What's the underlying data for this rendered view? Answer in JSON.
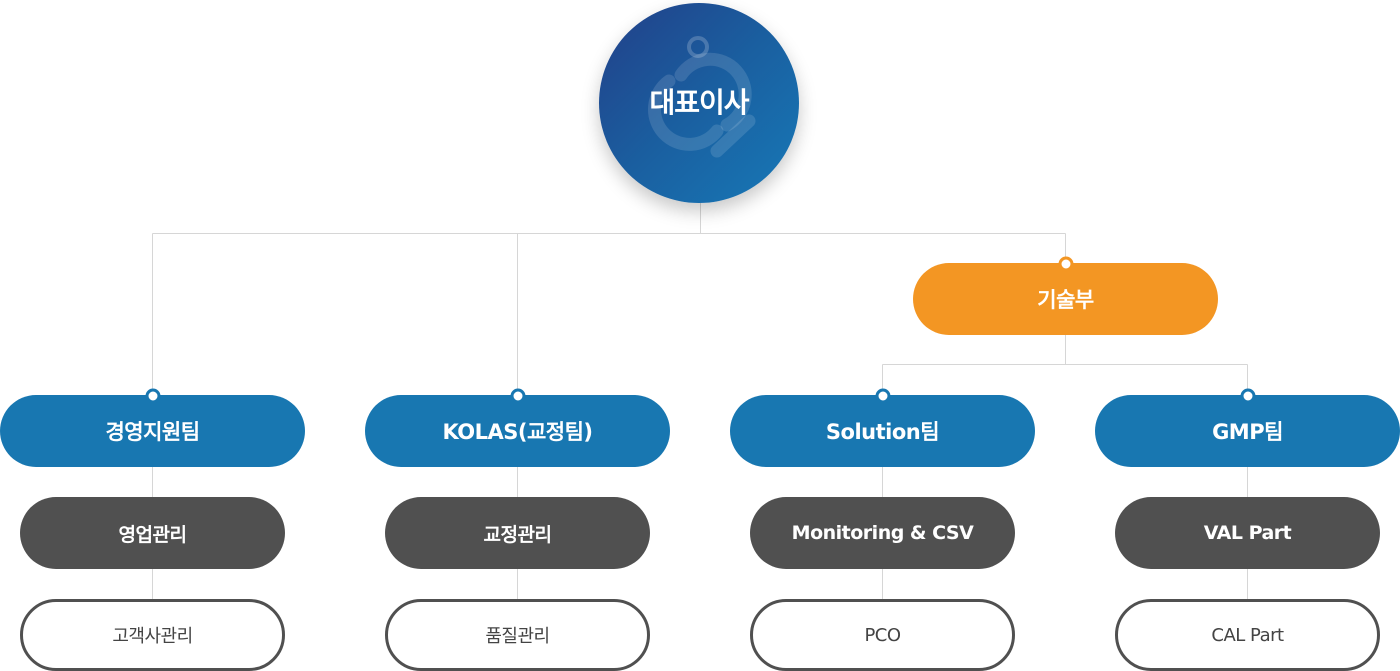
{
  "colors": {
    "ceo": "#1a5fa0",
    "department": "#f39623",
    "team": "#1877b1",
    "part": "#505050",
    "sub_border": "#505050",
    "connector": "#d6d6d6"
  },
  "ceo": {
    "label": "대표이사",
    "icon": "company-logo-watermark"
  },
  "department": {
    "label": "기술부"
  },
  "teams": [
    {
      "label": "경영지원팀",
      "part": "영업관리",
      "sub": "고객사관리"
    },
    {
      "label": "KOLAS(교정팀)",
      "part": "교정관리",
      "sub": "품질관리"
    },
    {
      "label": "Solution팀",
      "part": "Monitoring & CSV",
      "sub": "PCO"
    },
    {
      "label": "GMP팀",
      "part": "VAL Part",
      "sub": "CAL Part"
    }
  ]
}
